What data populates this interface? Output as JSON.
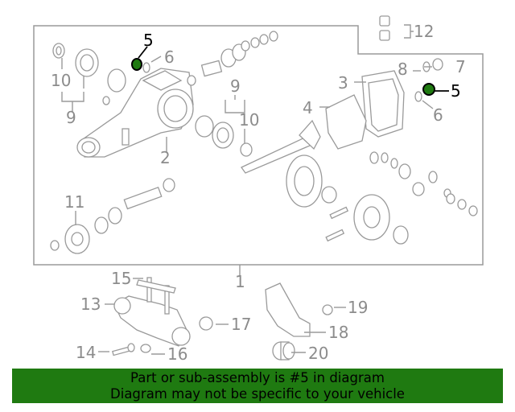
{
  "diagram": {
    "callouts": {
      "c1": "1",
      "c2": "2",
      "c3": "3",
      "c4": "4",
      "c5a": "5",
      "c5b": "5",
      "c6a": "6",
      "c6b": "6",
      "c7": "7",
      "c8": "8",
      "c9a": "9",
      "c9b": "9",
      "c10a": "10",
      "c10b": "10",
      "c11": "11",
      "c12": "12",
      "c13": "13",
      "c14": "14",
      "c15": "15",
      "c16": "16",
      "c17": "17",
      "c18": "18",
      "c19": "19",
      "c20": "20"
    },
    "highlight_color": "#000000",
    "part_color": "#9a9a9a"
  },
  "banner": {
    "line1": "Part or sub-assembly is #5 in diagram",
    "line2": "Diagram may not be specific to your vehicle",
    "color": "#1f7a11"
  }
}
